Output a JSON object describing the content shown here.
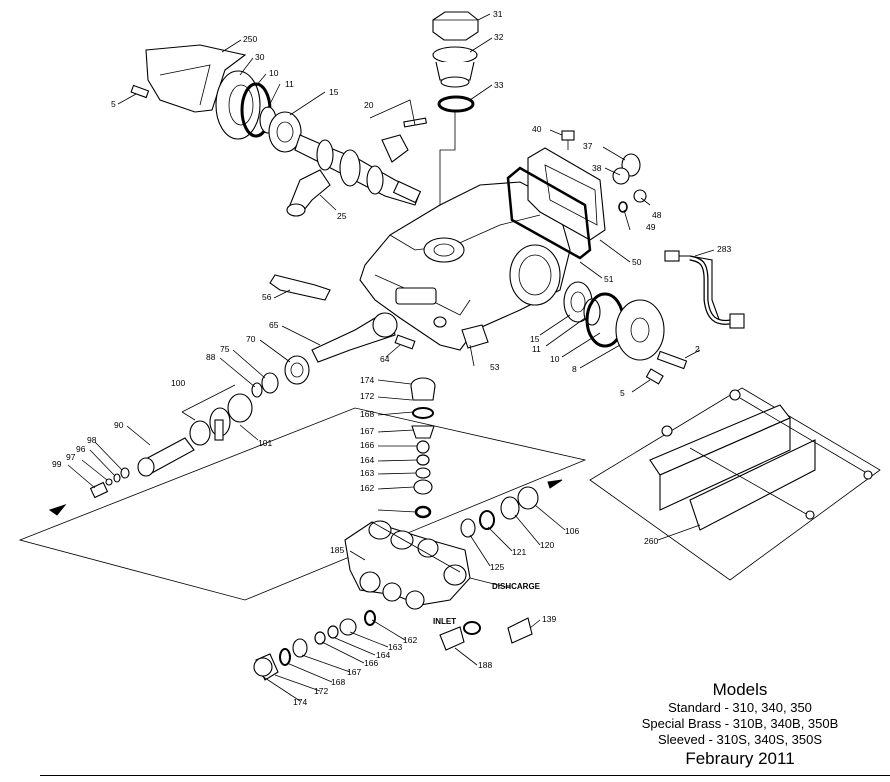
{
  "callouts": [
    "31",
    "32",
    "33",
    "250",
    "30",
    "10",
    "11",
    "15",
    "20",
    "5",
    "25",
    "40",
    "37",
    "38",
    "48",
    "49",
    "50",
    "51",
    "283",
    "56",
    "65",
    "70",
    "75",
    "88",
    "64",
    "53",
    "15",
    "11",
    "10",
    "8",
    "2",
    "5",
    "100",
    "101",
    "90",
    "98",
    "96",
    "97",
    "99",
    "174",
    "172",
    "168",
    "167",
    "166",
    "164",
    "163",
    "162",
    "106",
    "120",
    "121",
    "125",
    "185",
    "139",
    "188",
    "162",
    "163",
    "164",
    "166",
    "167",
    "168",
    "172",
    "174",
    "260"
  ],
  "labels": {
    "discharge": "DISHCARGE",
    "inlet": "INLET"
  },
  "models": {
    "title": "Models",
    "lines": [
      "Standard - 310, 340, 350",
      "Special Brass - 310B, 340B, 350B",
      "Sleeved - 310S, 340S, 350S"
    ],
    "date": "Febraury 2011"
  }
}
